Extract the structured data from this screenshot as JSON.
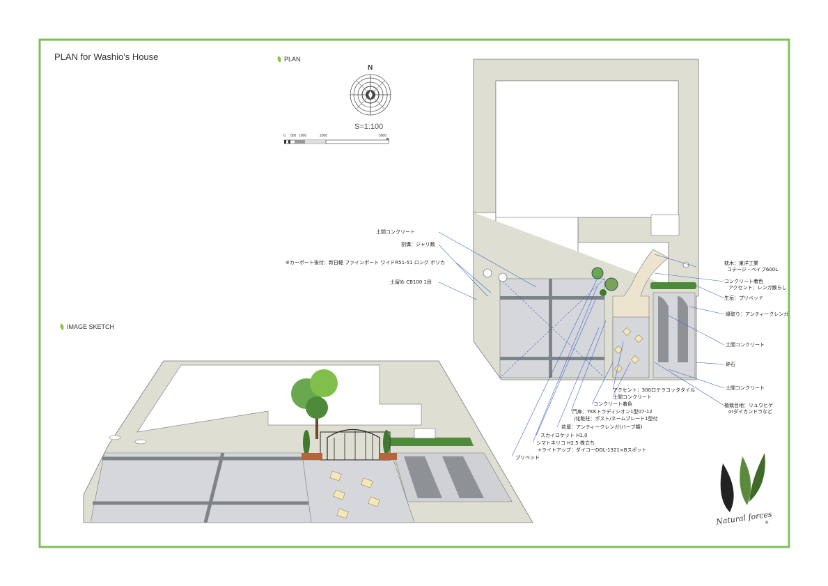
{
  "sheet": {
    "title": "PLAN for Washio's House",
    "plan_label": "PLAN",
    "sketch_label": "IMAGE SKETCH",
    "border_color": "#7fbf5a"
  },
  "compass": {
    "north": "N",
    "scale": "S=1:100"
  },
  "scalebar": {
    "ticks": [
      "0",
      "500",
      "1000",
      "2000",
      "5000"
    ],
    "unit": "㎜"
  },
  "callouts_left": [
    "土間コンクリート",
    "割溝：ジャリ敷",
    "※カーポート後付：新日軽 ファインポート ワイドR51-51 ロング ポリカ",
    "土留め CB100 1段"
  ],
  "callouts_right": [
    "枕木：東洋工業",
    "コテージ・ベイブ600L",
    "コンクリート着色",
    "アクセント：レンガ散らし",
    "生垣：プリベッド",
    "縁取り：アンティークレンガ",
    "土間コンクリート",
    "砕石",
    "土間コンクリート",
    "植栽目地：リュウヒゲ",
    "orダイカンドラなど"
  ],
  "callouts_bottom": [
    "アクセント：300口テラコッタタイル",
    "土間コンクリート",
    "コンクリート着色",
    "門扉：YKKトラディシオン1型07-12",
    "/化粧柱：ポスト/ネームプレート1型付",
    "花壇：アンティークレンガ(ハーブ類)",
    "スカイロケット H1.0",
    "シマトネリコ H2.5 株立ち",
    "+ライトアップ：ダイコーDOL-1321×Bスポット",
    "プリベッド"
  ],
  "logo": {
    "text": "Natural forces",
    "mark": "®"
  },
  "colors": {
    "wall": "#dedfd2",
    "concrete": "#d5d7da",
    "joint": "#7e8388",
    "path": "#ece4cf",
    "tile": "#f6e7b4",
    "hedge": "#4e8a3a",
    "leader": "#3d63c9",
    "lawn": "#a9cf6c"
  }
}
